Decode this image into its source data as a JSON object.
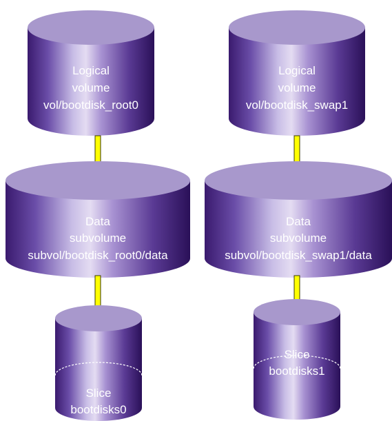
{
  "left_stack": {
    "volume": {
      "line1": "Logical",
      "line2": "volume",
      "line3": "vol/bootdisk_root0"
    },
    "subvolume": {
      "line1": "Data",
      "line2": "subvolume",
      "line3": "subvol/bootdisk_root0/data"
    },
    "slice": {
      "line1": "Slice",
      "line2": "bootdisks0"
    }
  },
  "right_stack": {
    "volume": {
      "line1": "Logical",
      "line2": "volume",
      "line3": "vol/bootdisk_swap1"
    },
    "subvolume": {
      "line1": "Data",
      "line2": "subvolume",
      "line3": "subvol/bootdisk_swap1/data"
    },
    "slice": {
      "line1": "Slice",
      "line2": "bootdisks1"
    }
  },
  "colors": {
    "cylinder_dark": "#3a1a6e",
    "cylinder_light": "#e4dcf2",
    "cylinder_top": "#a898cc",
    "arrow_fill": "#ffff00",
    "arrow_stroke": "#3a3a00",
    "label_text": "#ffffff"
  }
}
